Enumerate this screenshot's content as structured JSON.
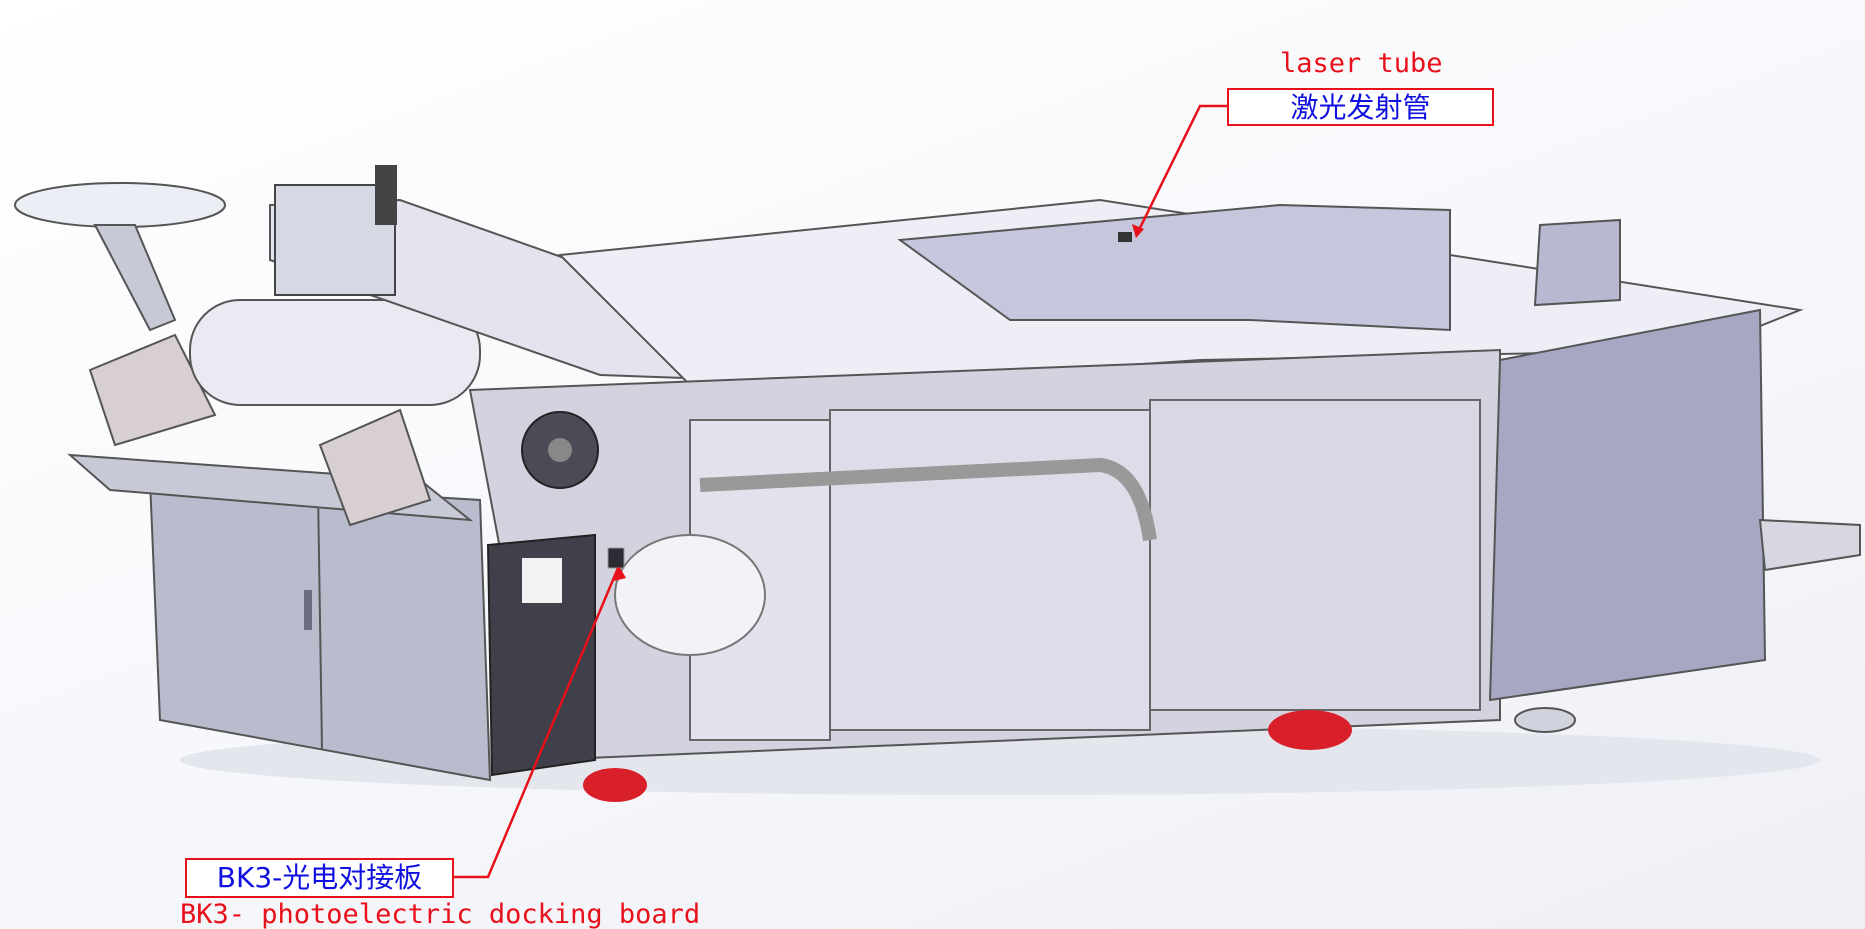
{
  "callouts": {
    "laser_tube": {
      "label_en": "laser tube",
      "label_cn": "激光发射管"
    },
    "photoelectric_board": {
      "label_cn": "BK3-光电对接板",
      "label_en": "BK3- photoelectric docking board"
    }
  },
  "colors": {
    "callout_line": "#e8101a",
    "callout_text_cn": "#1010e0",
    "callout_text_en": "#e8101a",
    "machine_body": "#c9cada",
    "machine_panel": "#a9aac4",
    "machine_dark": "#3f4049",
    "foot_red": "#d9202a"
  }
}
